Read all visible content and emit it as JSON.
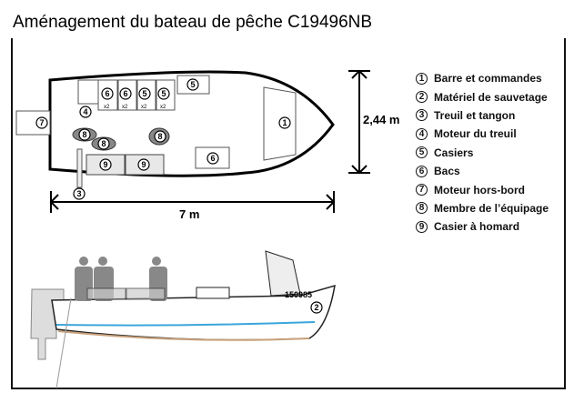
{
  "title": "Aménagement du bateau de pêche C19496NB",
  "dimensions": {
    "width": "2,44 m",
    "length": "7 m"
  },
  "hull_number": "150985",
  "legend": [
    {
      "n": "1",
      "label": "Barre et commandes"
    },
    {
      "n": "2",
      "label": "Matériel de sauvetage"
    },
    {
      "n": "3",
      "label": "Treuil et tangon"
    },
    {
      "n": "4",
      "label": "Moteur du treuil"
    },
    {
      "n": "5",
      "label": "Casiers"
    },
    {
      "n": "6",
      "label": "Bacs"
    },
    {
      "n": "7",
      "label": "Moteur hors-bord"
    },
    {
      "n": "8",
      "label": "Membre de l’équipage"
    },
    {
      "n": "9",
      "label": "Casier à homard"
    }
  ],
  "multiplier": "x2",
  "colors": {
    "waterline": "#3aa6dc",
    "keel": "#c8a07a"
  }
}
